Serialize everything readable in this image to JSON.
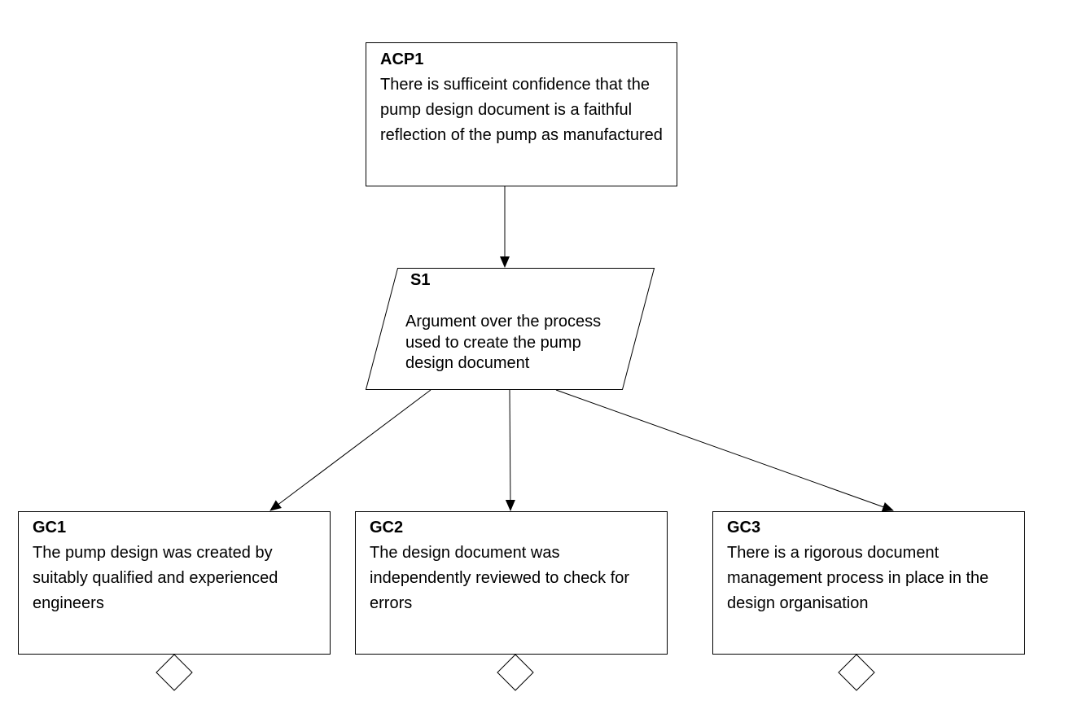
{
  "diagram": {
    "nodes": [
      {
        "id": "ACP1",
        "kind": "goal",
        "text": "There is sufficeint confidence that the pump design document is a faithful reflection of the pump as manufactured"
      },
      {
        "id": "S1",
        "kind": "strategy",
        "text": "Argument over the process used to create the pump design document"
      },
      {
        "id": "GC1",
        "kind": "goal",
        "text": "The pump design was created by suitably qualified and experienced engineers",
        "undeveloped": true
      },
      {
        "id": "GC2",
        "kind": "goal",
        "text": "The design document was independently reviewed to check for errors",
        "undeveloped": true
      },
      {
        "id": "GC3",
        "kind": "goal",
        "text": "There is a rigorous document management process in place in the design organisation",
        "undeveloped": true
      }
    ],
    "edges": [
      {
        "from": "ACP1",
        "to": "S1"
      },
      {
        "from": "S1",
        "to": "GC1"
      },
      {
        "from": "S1",
        "to": "GC2"
      },
      {
        "from": "S1",
        "to": "GC3"
      }
    ]
  }
}
